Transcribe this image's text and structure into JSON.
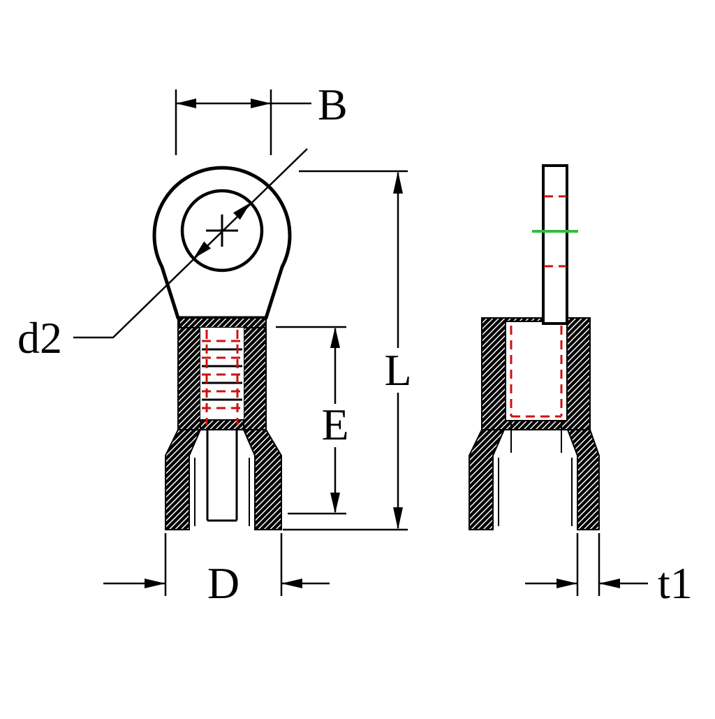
{
  "drawing": {
    "labels": {
      "B": "B",
      "d2": "d2",
      "L": "L",
      "E": "E",
      "D": "D",
      "t1": "t1"
    },
    "colors": {
      "line": "#000000",
      "accent_red": "#cc1111",
      "accent_green": "#33bb44",
      "background": "#ffffff"
    }
  }
}
